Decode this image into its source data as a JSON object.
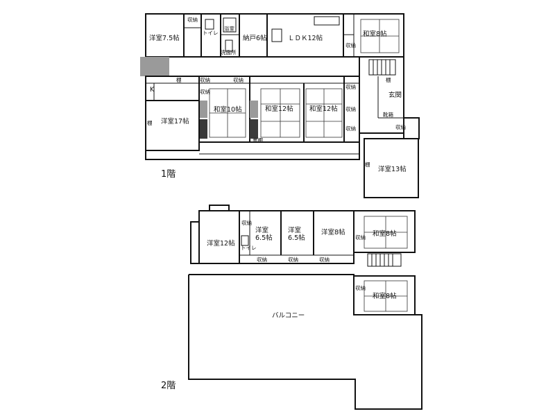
{
  "floor1": {
    "label": "1階",
    "rooms": {
      "yoshitsu75": "洋室7.5帖",
      "toilet": "トイレ",
      "bath": "浴室",
      "senmen": "洗面所",
      "nando": "納戸6帖",
      "ldk": "ＬＤＫ12帖",
      "washitsu8": "和室8帖",
      "k": "K",
      "yoshitsu17": "洋室17帖",
      "washitsu10": "和室10帖",
      "washitsu12a": "和室12帖",
      "washitsu12b": "和室12帖",
      "genkan": "玄関",
      "yoshitsu13": "洋室13帖"
    },
    "storage": {
      "s1": "収納",
      "s2": "収納",
      "s3": "収納",
      "s4": "収納",
      "s5": "収納",
      "s6": "収納",
      "s7": "収納",
      "s8": "収納",
      "s9": "収納"
    },
    "shelves": {
      "tana1": "棚",
      "tana2": "棚",
      "tana3": "棚",
      "tana4": "棚"
    },
    "shoebox": "靴箱",
    "tokonoma": "書棚"
  },
  "floor2": {
    "label": "2階",
    "rooms": {
      "yoshitsu12": "洋室12帖",
      "yoshitsu65a": "洋室\n6.5帖",
      "yoshitsu65b": "洋室\n6.5帖",
      "yoshitsu8": "洋室8帖",
      "washitsu8a": "和室8帖",
      "washitsu8b": "和室8帖",
      "toilet": "トイレ",
      "balcony": "バルコニー"
    },
    "storage": {
      "s1": "収納",
      "s2": "収納",
      "s3": "収納",
      "s4": "収納",
      "s5": "収納",
      "s6": "収納"
    }
  }
}
